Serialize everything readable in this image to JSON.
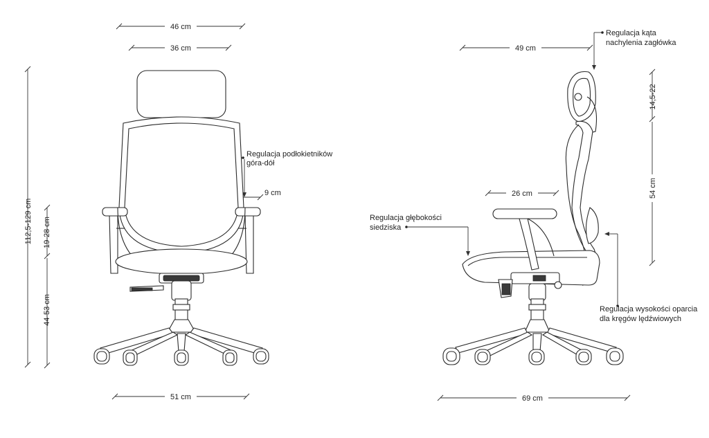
{
  "front_view": {
    "width_headrest_outer": "46 cm",
    "width_headrest_inner": "36 cm",
    "total_height": "112,5-129 cm",
    "armrest_range": "19-28 cm",
    "seat_height": "44-53 cm",
    "base_width": "51 cm",
    "armrest_offset": "9 cm",
    "armrest_adjust_line1": "Regulacja podłokietników",
    "armrest_adjust_line2": "góra-dół"
  },
  "side_view": {
    "depth_top": "49 cm",
    "headrest_range": "14,5-22",
    "back_height": "54 cm",
    "armrest_depth": "26 cm",
    "base_depth": "69 cm",
    "headrest_tilt_line1": "Regulacja kąta",
    "headrest_tilt_line2": "nachylenia zagłówka",
    "seat_depth_line1": "Regulacja głębokości",
    "seat_depth_line2": "siedziska",
    "lumbar_line1": "Regulacja wysokości oparcia",
    "lumbar_line2": "dla kręgów lędźwiowych"
  }
}
